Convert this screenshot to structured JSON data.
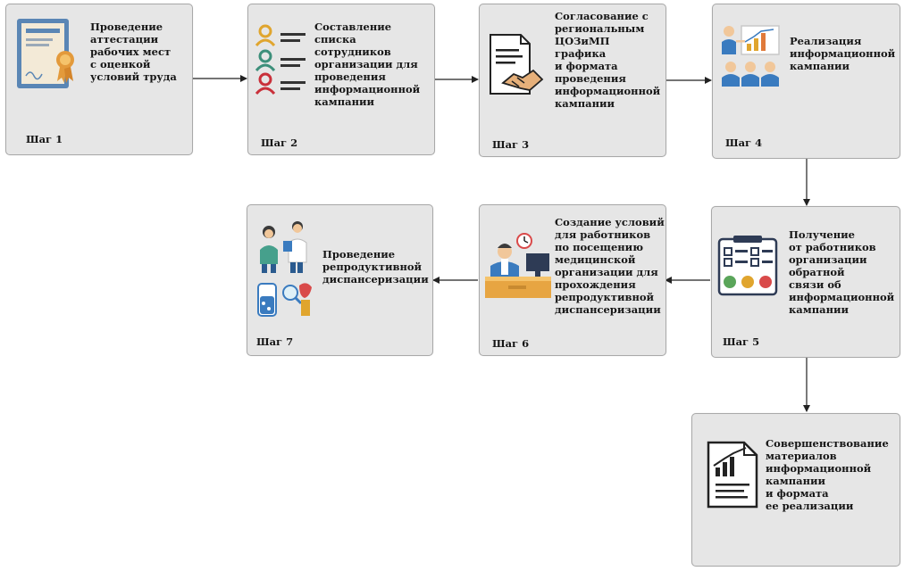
{
  "steps": [
    {
      "label": "Шаг 1",
      "text": "Проведение\nаттестации\nрабочих мест\nс оценкой\nусловий труда",
      "icon": "certificate-icon"
    },
    {
      "label": "Шаг 2",
      "text": "Составление\nсписка сотрудников\nорганизации для\nпроведения\nинформационной\nкампании",
      "icon": "employee-list-icon"
    },
    {
      "label": "Шаг 3",
      "text": "Согласование с\nрегиональным\nЦОЗиМП\nграфика\nи формата\nпроведения\nинформационной\nкампании",
      "icon": "handshake-document-icon"
    },
    {
      "label": "Шаг 4",
      "text": "Реализация\nинформационной\nкампании",
      "icon": "presentation-icon"
    },
    {
      "label": "Шаг 5",
      "text": "Получение\nот работников\nорганизации\nобратной\nсвязи об\nинформационной\nкампании",
      "icon": "feedback-survey-icon"
    },
    {
      "label": "Шаг 6",
      "text": "Создание условий\nдля работников\nпо посещению\nмедицинской\nорганизации для\nпрохождения\nрепродуктивной\nдиспансеризации",
      "icon": "office-worker-clock-icon"
    },
    {
      "label": "Шаг 7",
      "text": "Проведение\nрепродуктивной\nдиспансеризации",
      "icon": "medical-checkup-icon"
    }
  ],
  "final": {
    "text": "Совершенствование\nматериалов\nинформационной\nкампании\nи формата\nее реализации",
    "icon": "report-chart-icon"
  },
  "colors": {
    "box_fill": "#e6e6e6",
    "box_border": "#a9a9a9",
    "arrow": "#222222",
    "text": "#161616"
  }
}
